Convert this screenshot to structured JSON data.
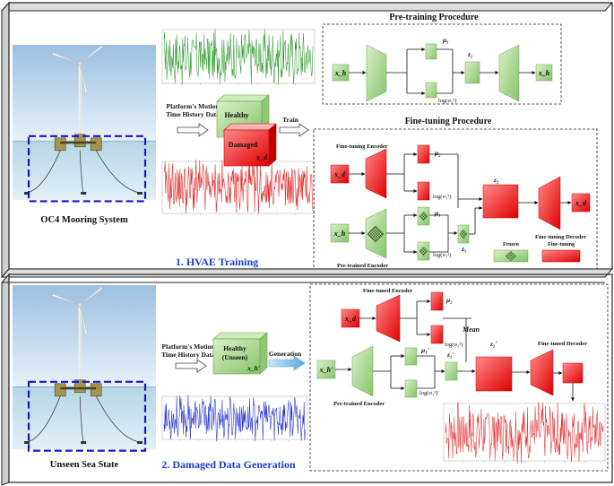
{
  "symbols": {
    "xh": "x_h",
    "xd": "x_d",
    "xh_prime": "x_h'",
    "mu1": "μ₁",
    "mu2": "μ₂",
    "mu1_prime": "μ₁'",
    "z1": "z₁",
    "z2": "z₂",
    "z1_prime": "z₁'",
    "z2_prime": "z₂'",
    "logsigma1": "log(σ₁²)",
    "logsigma2": "log(σ₂²)",
    "logsigma1_prime": "log(σ₁²)'"
  },
  "panel1": {
    "title": "1. HVAE Training",
    "photo_caption": "OC4 Mooring System",
    "motion_label": [
      "Platform's Motion",
      "Time History Data"
    ],
    "healthy_label": "Healthy",
    "damaged_label": "Damaged",
    "train_label": "Train",
    "pretraining_title": "Pre-training Procedure",
    "finetuning_title": "Fine-tuning Procedure",
    "ft_encoder_label": "Fine-tuning Encoder",
    "pt_encoder_label": "Pre-trained Encoder",
    "ft_decoder_label": "Fine-tuning Decoder",
    "legend_frozen": "Frozen",
    "legend_finetuning": "Fine-tuning"
  },
  "panel2": {
    "title": "2. Damaged Data Generation",
    "photo_caption": "Unseen Sea State",
    "motion_label": [
      "Platform's Motion",
      "Time History Data"
    ],
    "healthy_label": [
      "Healthy",
      "(Unseen)"
    ],
    "generation_label": "Generation",
    "ft_encoder_label": "Fine-tuned Encoder",
    "pt_encoder_label": "Pre-trained Encoder",
    "ft_decoder_label": "Fine-tuned Decoder",
    "mean_label": "Mean"
  },
  "series_colors": {
    "healthy": "#2f9a2f",
    "damaged": "#e02020",
    "unseen": "#1f2fd0",
    "generated": "#e03030"
  }
}
